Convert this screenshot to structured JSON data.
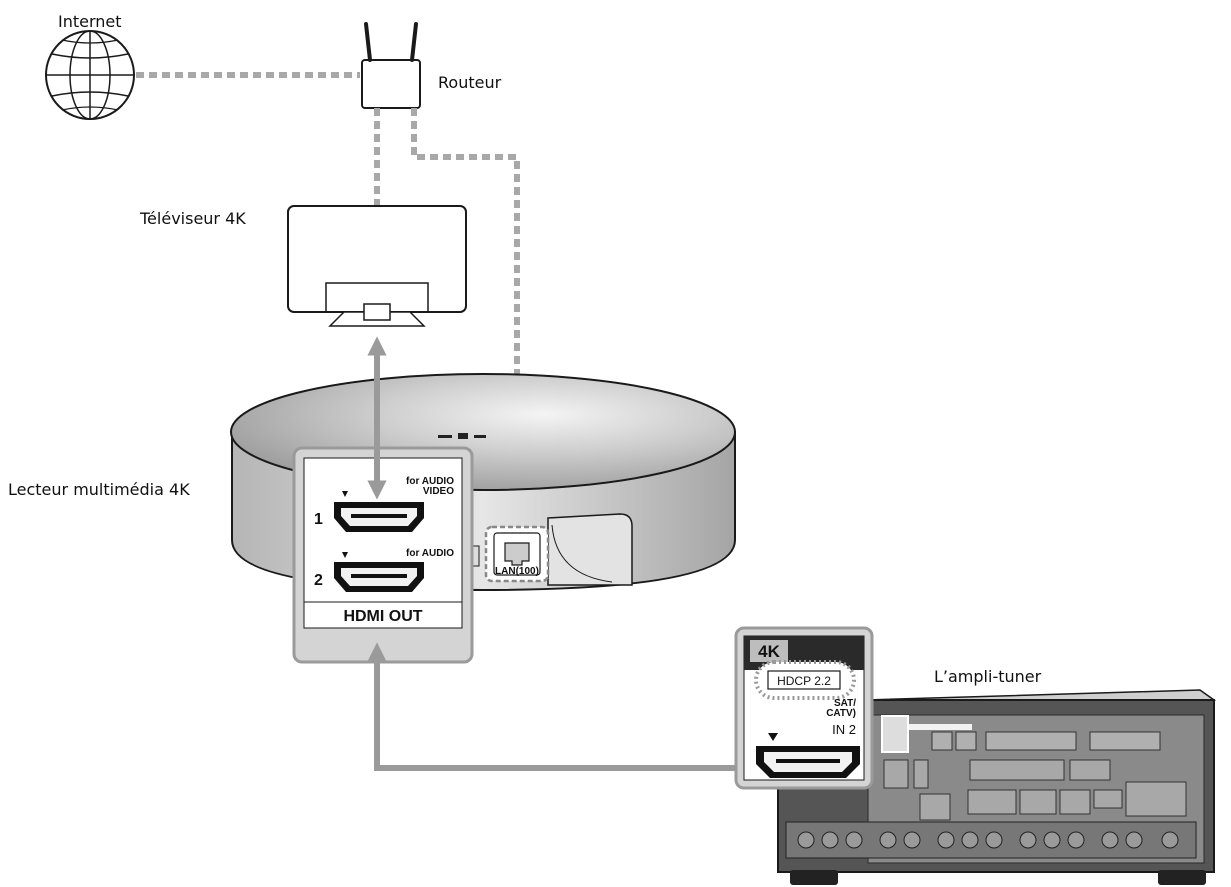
{
  "labels": {
    "internet": "Internet",
    "router": "Routeur",
    "tv": "Téléviseur 4K",
    "player": "Lecteur multimédia 4K",
    "receiver": "L’ampli-tuner"
  },
  "player_panel": {
    "port1_number": "1",
    "port1_caption_line1": "for AUDIO",
    "port1_caption_line2": "VIDEO",
    "port2_number": "2",
    "port2_caption": "for AUDIO",
    "title": "HDMI OUT",
    "lan_label": "LAN(100)"
  },
  "receiver_panel": {
    "badge": "4K",
    "hdcp": "HDCP 2.2",
    "caption_line1": "SAT/",
    "caption_line2": "CATV)",
    "input": "IN 2"
  },
  "colors": {
    "hdmi_cable": "#9a9a9a",
    "dashed_line": "#a8a8a8",
    "outline": "#1a1a1a"
  }
}
